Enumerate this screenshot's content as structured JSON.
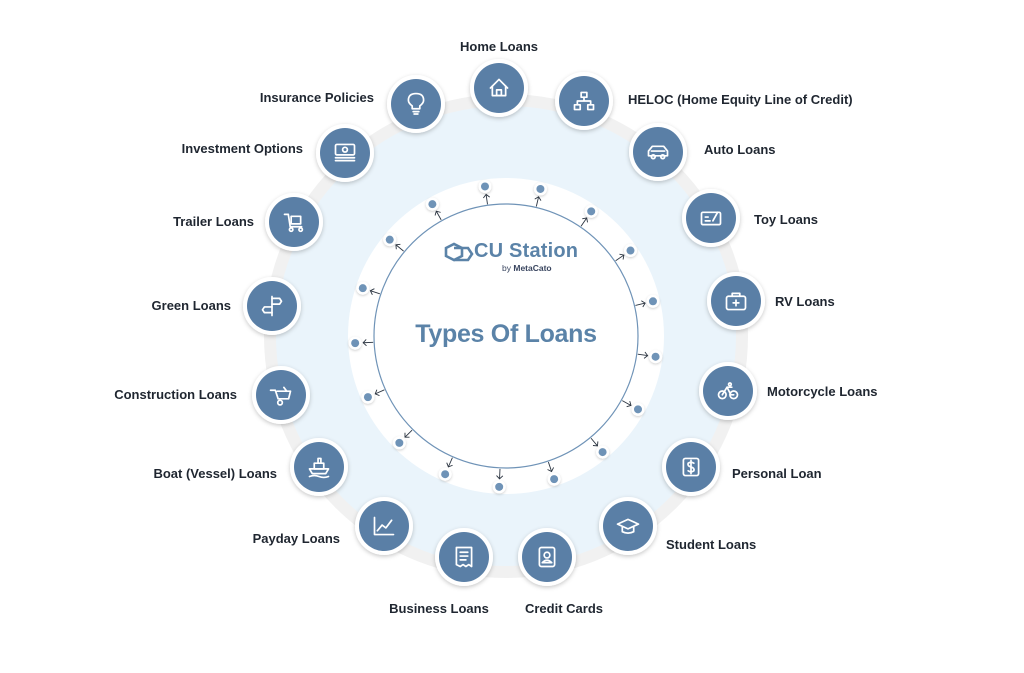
{
  "title": "Types Of Loans",
  "brand": {
    "name": "CU Station",
    "by": "by",
    "company": "MetaCato"
  },
  "colors": {
    "node": "#5a7fa6",
    "ring": "#eaf4fb",
    "title": "#5b83a8",
    "text": "#1f2630"
  },
  "items": [
    {
      "label": "Home Loans",
      "icon": "house-icon"
    },
    {
      "label": "HELOC (Home Equity Line of Credit)",
      "icon": "hierarchy-icon"
    },
    {
      "label": "Auto Loans",
      "icon": "car-icon"
    },
    {
      "label": "Toy Loans",
      "icon": "check-signature-icon"
    },
    {
      "label": "RV Loans",
      "icon": "medical-kit-icon"
    },
    {
      "label": "Motorcycle Loans",
      "icon": "bicycle-icon"
    },
    {
      "label": "Personal Loan",
      "icon": "dollar-sign-icon"
    },
    {
      "label": "Student Loans",
      "icon": "graduation-cap-icon"
    },
    {
      "label": "Credit Cards",
      "icon": "id-card-icon"
    },
    {
      "label": "Business  Loans",
      "icon": "receipt-icon"
    },
    {
      "label": "Payday Loans",
      "icon": "trend-chart-icon"
    },
    {
      "label": "Boat (Vessel) Loans",
      "icon": "ship-icon"
    },
    {
      "label": "Construction Loans",
      "icon": "wheelbarrow-icon"
    },
    {
      "label": "Green Loans",
      "icon": "signpost-icon"
    },
    {
      "label": "Trailer Loans",
      "icon": "cart-icon"
    },
    {
      "label": "Investment Options",
      "icon": "cash-stack-icon"
    },
    {
      "label": "Insurance Policies",
      "icon": "lightbulb-icon"
    }
  ]
}
